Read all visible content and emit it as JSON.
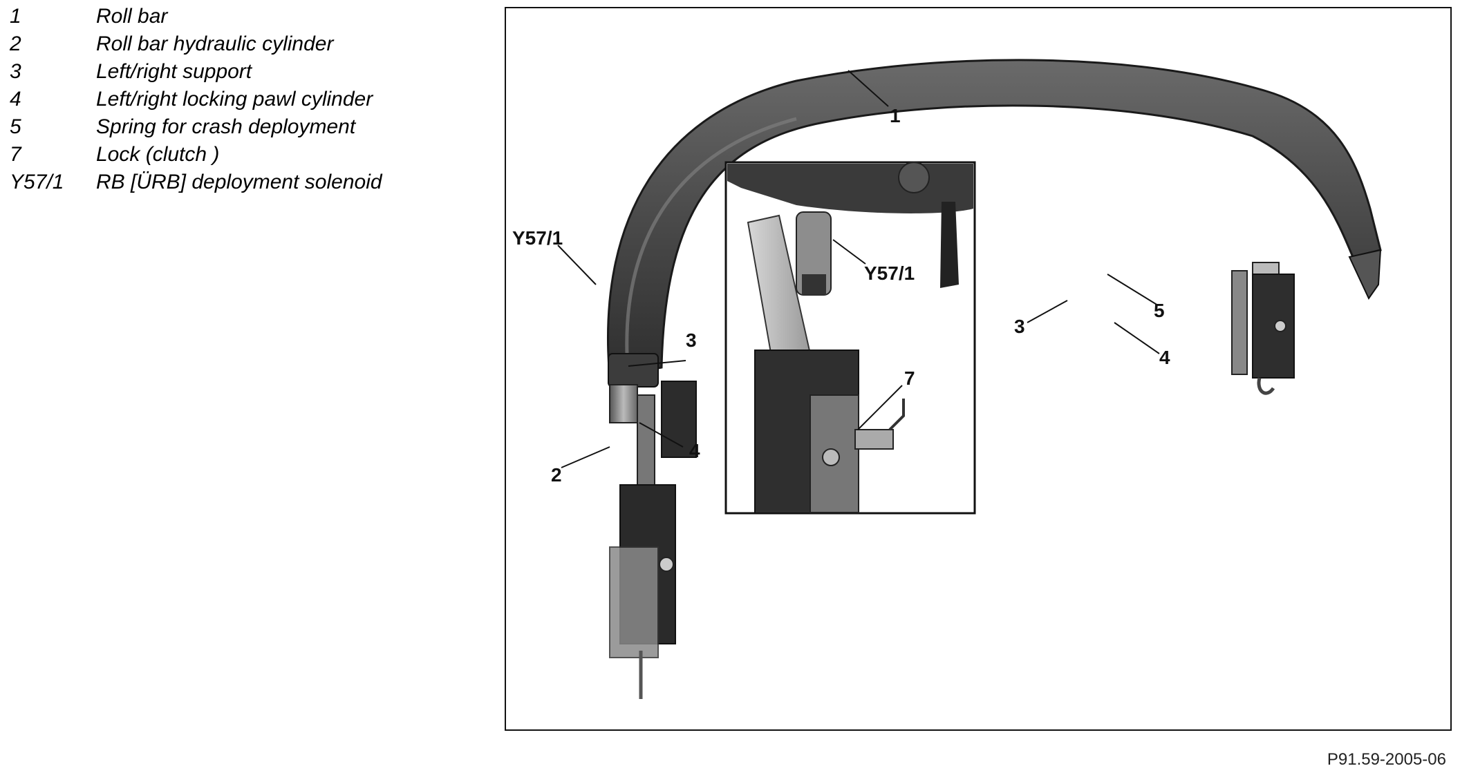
{
  "legend": [
    {
      "number": "1",
      "text": "Roll bar"
    },
    {
      "number": "2",
      "text": "Roll bar hydraulic cylinder"
    },
    {
      "number": "3",
      "text": "Left/right support"
    },
    {
      "number": "4",
      "text": "Left/right locking pawl cylinder"
    },
    {
      "number": "5",
      "text": "Spring for crash deployment"
    },
    {
      "number": "7",
      "text": "Lock (clutch )"
    },
    {
      "number": "Y57/1",
      "text": "RB [ÜRB] deployment solenoid"
    }
  ],
  "callouts": {
    "roll_bar": "1",
    "hydraulic_cylinder": "2",
    "support_left": "3",
    "support_right": "3",
    "pawl_left": "4",
    "pawl_right": "4",
    "spring_right": "5",
    "solenoid_main": "Y57/1",
    "solenoid_inset": "Y57/1",
    "lock_inset": "7"
  },
  "figure_id": "P91.59-2005-06"
}
